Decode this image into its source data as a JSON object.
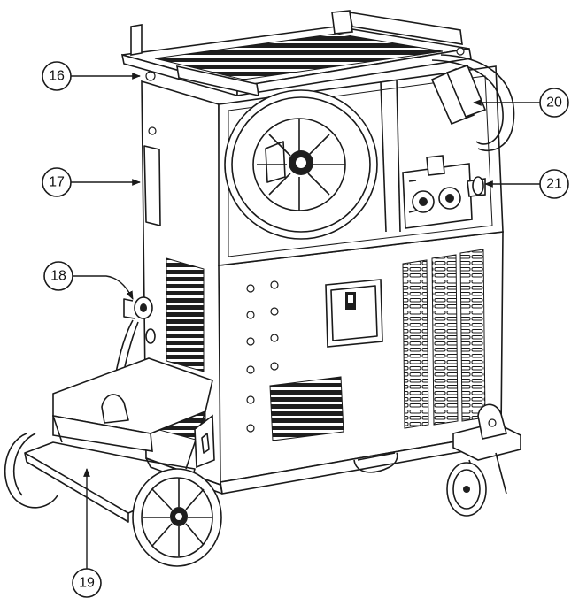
{
  "figure": {
    "colors": {
      "line": "#1a1a1a",
      "fill": "#ffffff",
      "dark": "#1e1e1e"
    },
    "callouts": [
      {
        "id": "16",
        "label": "16"
      },
      {
        "id": "17",
        "label": "17"
      },
      {
        "id": "18",
        "label": "18"
      },
      {
        "id": "19",
        "label": "19"
      },
      {
        "id": "20",
        "label": "20"
      },
      {
        "id": "21",
        "label": "21"
      }
    ]
  }
}
